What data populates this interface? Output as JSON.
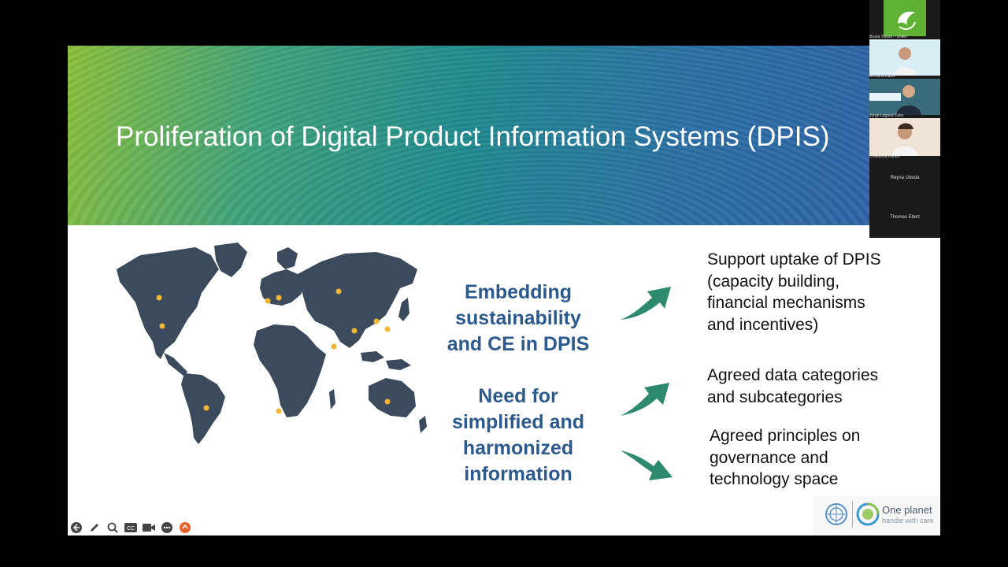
{
  "slide": {
    "title": "Proliferation of Digital Product Information Systems (DPIS)",
    "center_block_1": [
      "Embedding",
      "sustainability",
      "and CE in DPIS"
    ],
    "center_block_2": [
      "Need for",
      "simplified and",
      "harmonized",
      "information"
    ],
    "right_point_1": [
      "Support uptake of DPIS",
      "(capacity building,",
      "financial mechanisms",
      "and incentives)"
    ],
    "right_point_2": [
      "Agreed data categories",
      "and subcategories"
    ],
    "right_point_3": [
      "Agreed principles on",
      "governance and",
      "technology space"
    ],
    "footer_logo_text_1": "One planet",
    "footer_logo_text_2": "handle with care"
  },
  "participants": [
    {
      "name": "Bruna Tiussu – UNEP"
    },
    {
      "name": "Archana Datta"
    },
    {
      "name": "Jorge Laguna Celis"
    },
    {
      "name": "Chaitanya Kanuri"
    },
    {
      "name": "Reyna Ubeda"
    },
    {
      "name": "Thomas Ebert"
    }
  ],
  "toolbar": [
    "back-icon",
    "pen-icon",
    "zoom-icon",
    "captions-icon",
    "camera-icon",
    "more-icon",
    "reaction-icon"
  ],
  "colors": {
    "accent_blue": "#2d5a8e",
    "arrow_green": "#2e8a6f",
    "map_gray": "#3c4a5e",
    "dot_yellow": "#f2b631",
    "logo_green": "#5fb233"
  }
}
